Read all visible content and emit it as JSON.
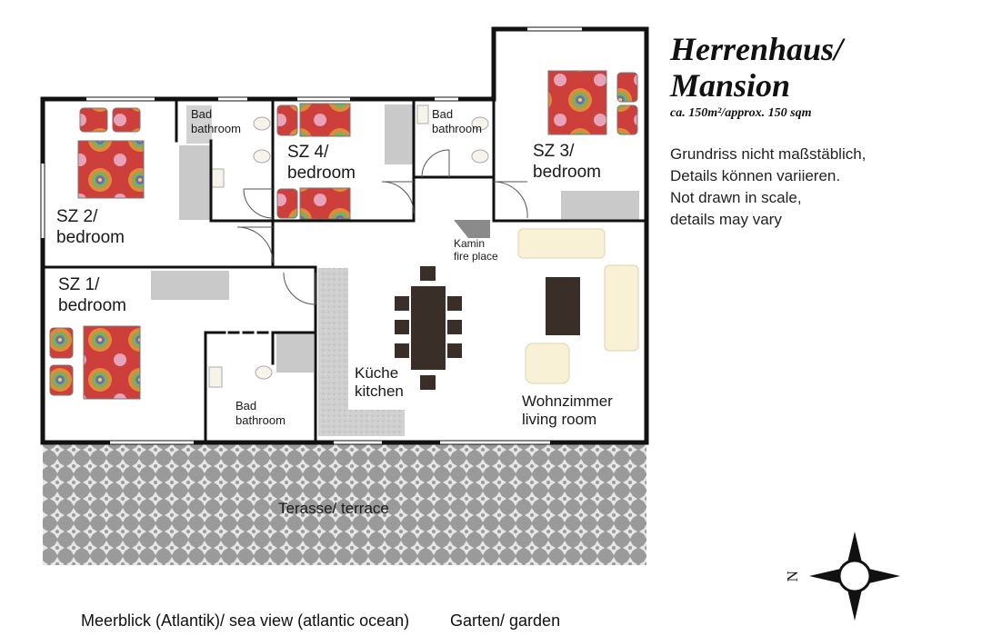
{
  "header": {
    "title_line1": "Herrenhaus/",
    "title_line2": "Mansion",
    "area": "ca. 150m²/approx. 150 sqm"
  },
  "notes": [
    "Grundriss nicht maßstäblich,",
    "Details können variieren.",
    "Not drawn in scale,",
    "details may vary"
  ],
  "rooms": {
    "sz2": [
      "SZ 2/",
      "bedroom"
    ],
    "sz4": [
      "SZ 4/",
      "bedroom"
    ],
    "sz3": [
      "SZ 3/",
      "bedroom"
    ],
    "sz1": [
      "SZ 1/",
      "bedroom"
    ],
    "bath_a": [
      "Bad",
      "bathroom"
    ],
    "bath_b": [
      "Bad",
      "bathroom"
    ],
    "bath_c": [
      "Bad",
      "bathroom"
    ],
    "fireplace": [
      "Kamin",
      "fire place"
    ],
    "kitchen": [
      "Küche",
      "kitchen"
    ],
    "living": [
      "Wohnzimmer",
      "living room"
    ],
    "terrace": "Terasse/ terrace"
  },
  "footer": {
    "sea_view": "Meerblick (Atlantik)/ sea view (atlantic ocean)",
    "garden": "Garten/ garden"
  },
  "compass": {
    "north_label": "N"
  },
  "colors": {
    "wall": "#111111",
    "rug_red": "#cc3f3a",
    "counter_gray": "#c9c9c9",
    "table_dark": "#3a2f28",
    "sofa_cream": "#f8f1d6"
  }
}
